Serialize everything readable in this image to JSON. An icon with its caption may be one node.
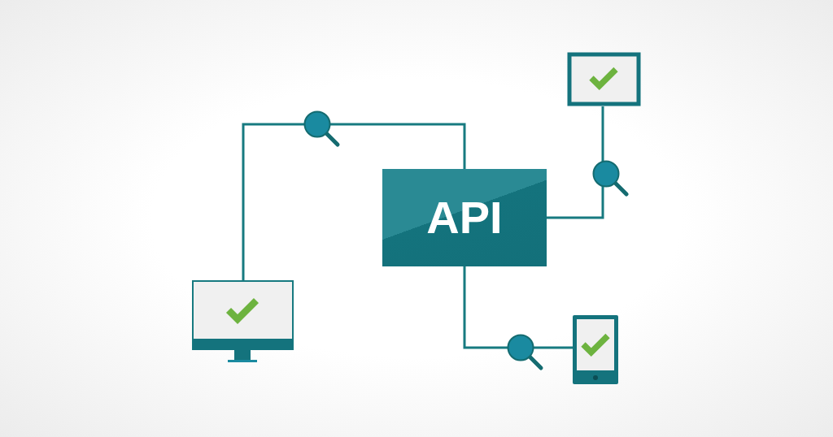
{
  "diagram": {
    "nodes": [
      {
        "text": [
          "API"
        ]
      },
      {
        "text": [],
        "shape": "picture"
      },
      {
        "text": [],
        "shape": "picture"
      },
      {
        "text": [],
        "shape": "picture"
      }
    ],
    "edges": [
      {
        "from": 0,
        "to": 1,
        "arrow": "none"
      },
      {
        "from": 0,
        "to": 2,
        "arrow": "none"
      },
      {
        "from": 0,
        "to": 3,
        "arrow": "none"
      }
    ]
  }
}
